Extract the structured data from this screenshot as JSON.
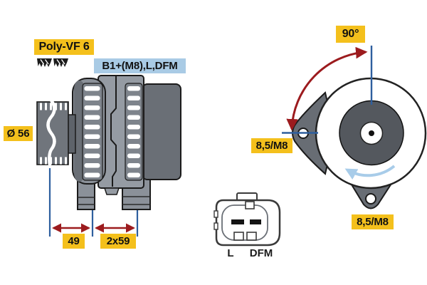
{
  "drawing": {
    "belt_label": "Poly-VF 6",
    "terminal_label": "B1+(M8),L,DFM",
    "pulley_diameter_label": "Ø 56",
    "dim_pulley_to_foot": "49",
    "dim_mount_spacing": "2x59",
    "angle_label": "90°",
    "mount_hole_left_label": "8,5/M8",
    "mount_hole_bottom_label": "8,5/M8",
    "connector": {
      "pin_left": "L",
      "pin_right": "DFM"
    },
    "colors": {
      "label_yellow": "#f4c01c",
      "label_blue": "#a9cbe5",
      "dimension_line_blue": "#2e5f9e",
      "arrow_red": "#9c1b1e",
      "rotation_arrow_blue": "#a8cce9",
      "body_gray": "#959ba3",
      "rear_cover_gray": "#6a6f76"
    }
  }
}
